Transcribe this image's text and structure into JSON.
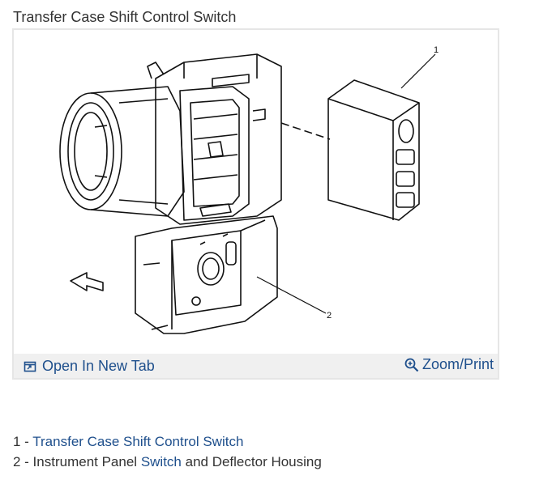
{
  "title": "Transfer Case Shift Control Switch",
  "diagram": {
    "callout_1": "1",
    "callout_2": "2"
  },
  "toolbar": {
    "open_label": "Open In New Tab",
    "zoom_label": "Zoom/Print"
  },
  "legend": {
    "item1_prefix": "1 - ",
    "item1_link": "Transfer Case Shift Control Switch",
    "item2_prefix": "2 - Instrument Panel ",
    "item2_link": "Switch",
    "item2_suffix": " and Deflector Housing"
  },
  "colors": {
    "link": "#1e4f8c",
    "text": "#333333",
    "toolbar_bg": "#f0f0f0",
    "border": "#e6e6e6"
  }
}
